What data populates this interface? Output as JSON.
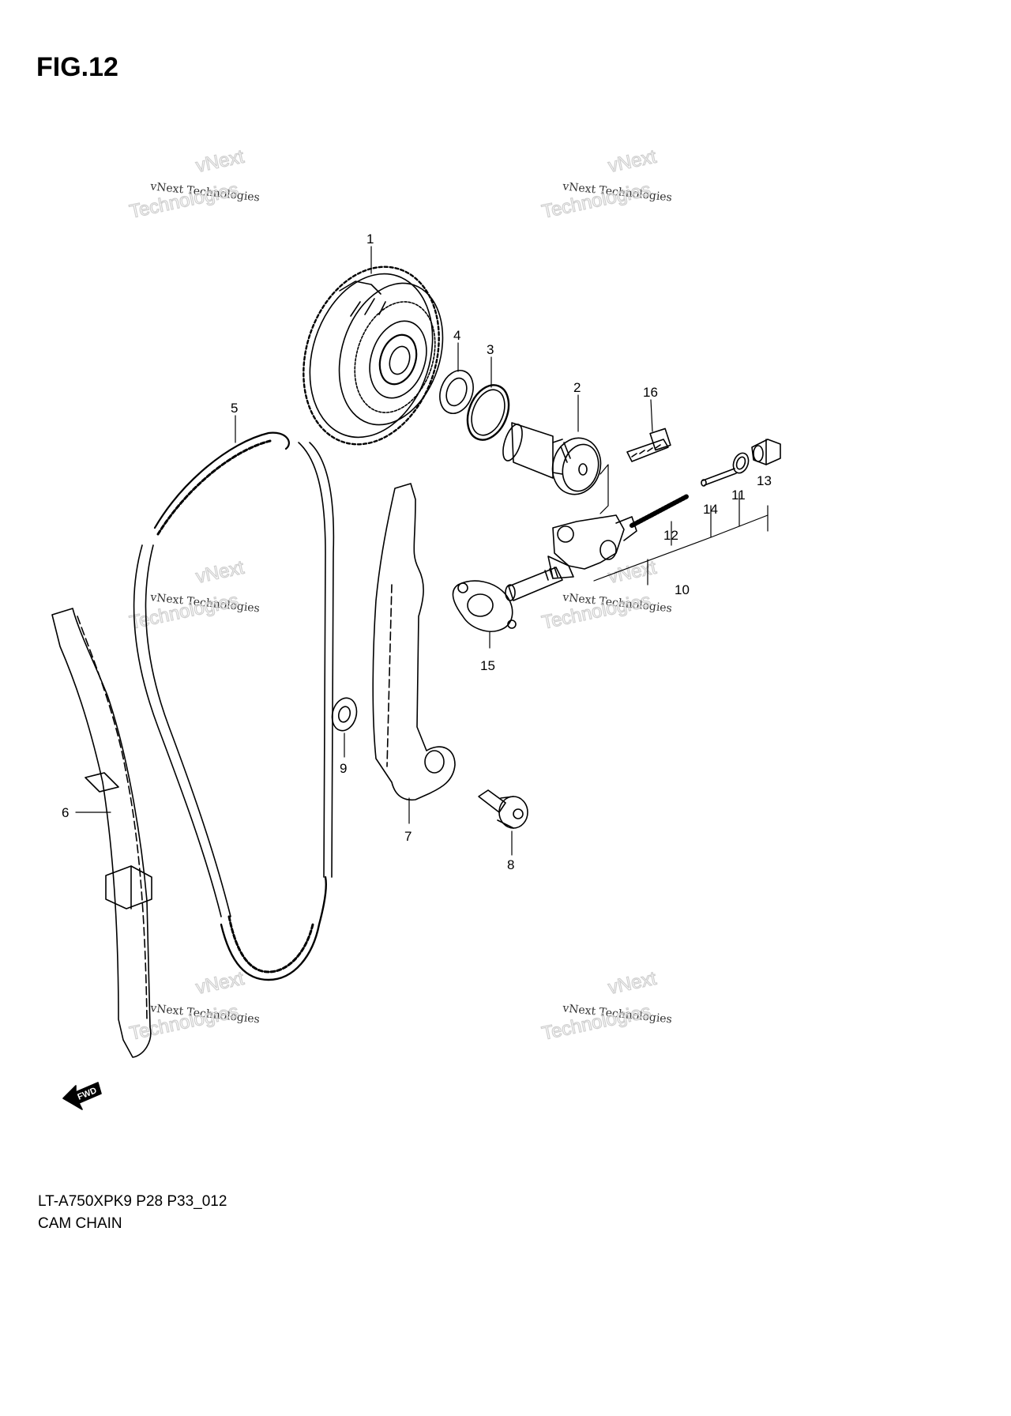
{
  "figure": {
    "title": "FIG.12",
    "code": "LT-A750XPK9 P28 P33_012",
    "name": "CAM CHAIN"
  },
  "callouts": [
    "1",
    "2",
    "3",
    "4",
    "5",
    "6",
    "7",
    "8",
    "9",
    "10",
    "11",
    "12",
    "13",
    "14",
    "15",
    "16"
  ],
  "fwd_label": "FWD",
  "watermark": {
    "line1": "vNext",
    "line2": "vNext Technologies",
    "line3": "Technologies"
  },
  "colors": {
    "line": "#000000",
    "background": "#ffffff",
    "watermark": "#cfcfcf"
  }
}
